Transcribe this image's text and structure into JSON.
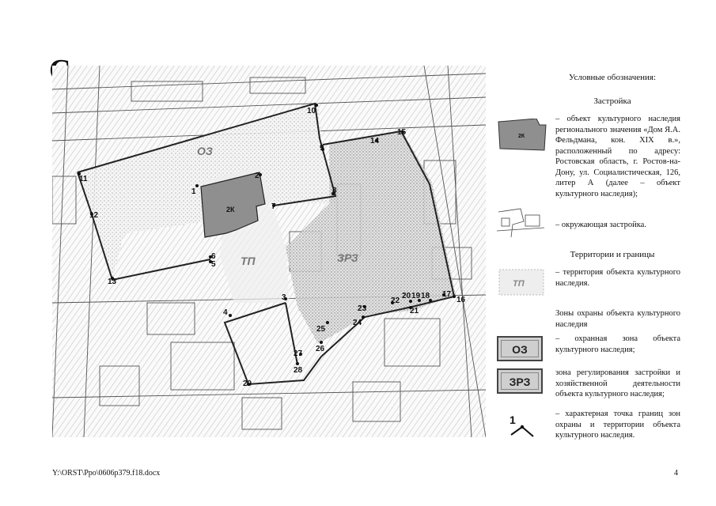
{
  "compass": {
    "letter": "С"
  },
  "map": {
    "zone_labels": {
      "oz": "ОЗ",
      "tp": "ТП",
      "zrz": "ЗРЗ"
    },
    "building_label": "2К",
    "points": [
      "1",
      "2",
      "3",
      "4",
      "5",
      "6",
      "7",
      "8",
      "9",
      "10",
      "11",
      "12",
      "13",
      "14",
      "15",
      "16",
      "17",
      "18",
      "19",
      "20",
      "21",
      "22",
      "23",
      "24",
      "25",
      "26",
      "27",
      "28",
      "29"
    ]
  },
  "legend": {
    "title": "Условные обозначения:",
    "section_buildings": "Застройка",
    "heritage_object_text": "– объект культурного наследия регионального значения «Дом Я.А. Фельдмана, кон. XIX в.», расположенный по адресу: Ростовская область, г. Ростов-на-Дону, ул. Социалистическая, 126, литер А (далее – объект культурного наследия);",
    "heritage_symbol_label": "2К",
    "surrounding_text": "– окружающая застройка.",
    "section_territories": "Территории и границы",
    "territory_text": "– территория объекта культурного наследия.",
    "territory_symbol_label": "ТП",
    "zones_heading": "Зоны охраны объекта культурного наследия",
    "oz_text": "– охранная зона объекта культурного наследия;",
    "oz_symbol_label": "ОЗ",
    "zrz_text": "зона регулирования застройки и хозяйственной деятельности объекта культурного наследия;",
    "zrz_symbol_label": "ЗРЗ",
    "point_text": "– характерная точка границ зон охраны и территории объекта культурного наследия.",
    "point_symbol_label": "1"
  },
  "footer": {
    "path": "Y:\\ORST\\Ppo\\0606p379.f18.docx",
    "page": "4"
  },
  "colors": {
    "heritage": "#8f8f8f",
    "territory": "#e6e6e6",
    "zone_box": "#cfcfcf"
  }
}
